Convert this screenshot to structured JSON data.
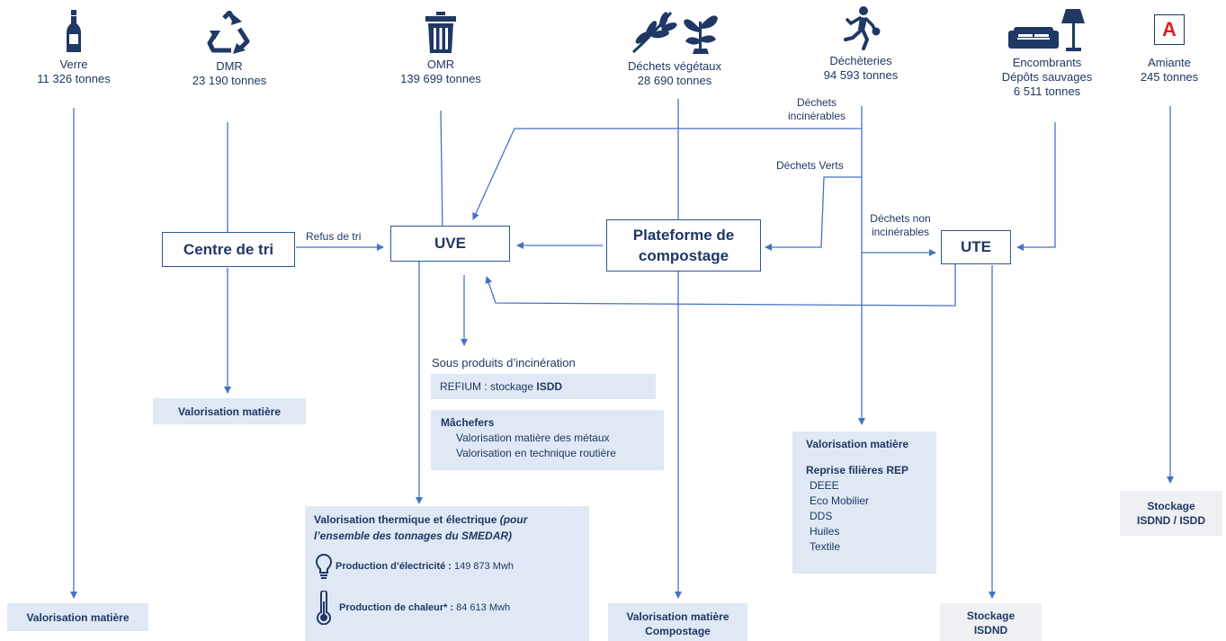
{
  "sources": {
    "verre": {
      "name": "Verre",
      "tonnage": "11 326 tonnes",
      "icon": "bottle-icon"
    },
    "dmr": {
      "name": "DMR",
      "tonnage": "23 190 tonnes",
      "icon": "recycle-icon"
    },
    "omr": {
      "name": "OMR",
      "tonnage": "139 699 tonnes",
      "icon": "trash-bin-icon"
    },
    "vegetaux": {
      "name": "Déchets végétaux",
      "tonnage": "28 690 tonnes",
      "icon": "plant-icon"
    },
    "decheteries": {
      "name": "Déchèteries",
      "tonnage": "94 593 tonnes",
      "icon": "running-person-icon"
    },
    "encombrants": {
      "name_line1": "Encombrants",
      "name_line2": "Dépôts sauvages",
      "tonnage": "6 511 tonnes",
      "icon": "sofa-lamp-icon"
    },
    "amiante": {
      "name": "Amiante",
      "tonnage": "245 tonnes",
      "icon_letter": "A",
      "icon": "asbestos-icon"
    }
  },
  "nodes": {
    "centre_tri": "Centre de tri",
    "uve": "UVE",
    "plateforme_line1": "Plateforme de",
    "plateforme_line2": "compostage",
    "ute": "UTE"
  },
  "edge_labels": {
    "refus_tri": "Refus de tri",
    "incinerables_line1": "Déchets",
    "incinerables_line2": "incinérables",
    "verts": "Déchets Verts",
    "non_incinerables_line1": "Déchets non",
    "non_incinerables_line2": "incinérables"
  },
  "outputs": {
    "verre": "Valorisation matière",
    "dmr": "Valorisation matière",
    "sous_produits_title": "Sous produits d’incinération",
    "refium_prefix": "REFIUM : stockage ",
    "refium_bold": "ISDD",
    "machefers_title": "Mâchefers",
    "machefers_line1": "Valorisation matière des métaux",
    "machefers_line2": "Valorisation en technique routière",
    "thermique_bold": "Valorisation thermique et électrique ",
    "thermique_italic_line1": "(pour",
    "thermique_italic_line2": "l’ensemble des tonnages du SMEDAR)",
    "electricite_label": "Production d’électricité : ",
    "electricite_value": "149 873 Mwh",
    "chaleur_label": "Production de chaleur* : ",
    "chaleur_value": "84 613 Mwh",
    "compost_line1": "Valorisation matière",
    "compost_line2": "Compostage",
    "decheteries_title": "Valorisation matière",
    "rep_title": "Reprise filières REP",
    "rep_items": [
      "DEEE",
      "Eco Mobilier",
      "DDS",
      "Huiles",
      "Textile"
    ],
    "ute_line1": "Stockage",
    "ute_line2": "ISDND",
    "amiante_line1": "Stockage",
    "amiante_line2": "ISDND / ISDD"
  },
  "colors": {
    "arrow": "#4472c4",
    "text": "#1f3864",
    "box_fill": "#dfe8f4",
    "grey_fill": "#eef0f4",
    "asbestos_red": "#e02020"
  }
}
